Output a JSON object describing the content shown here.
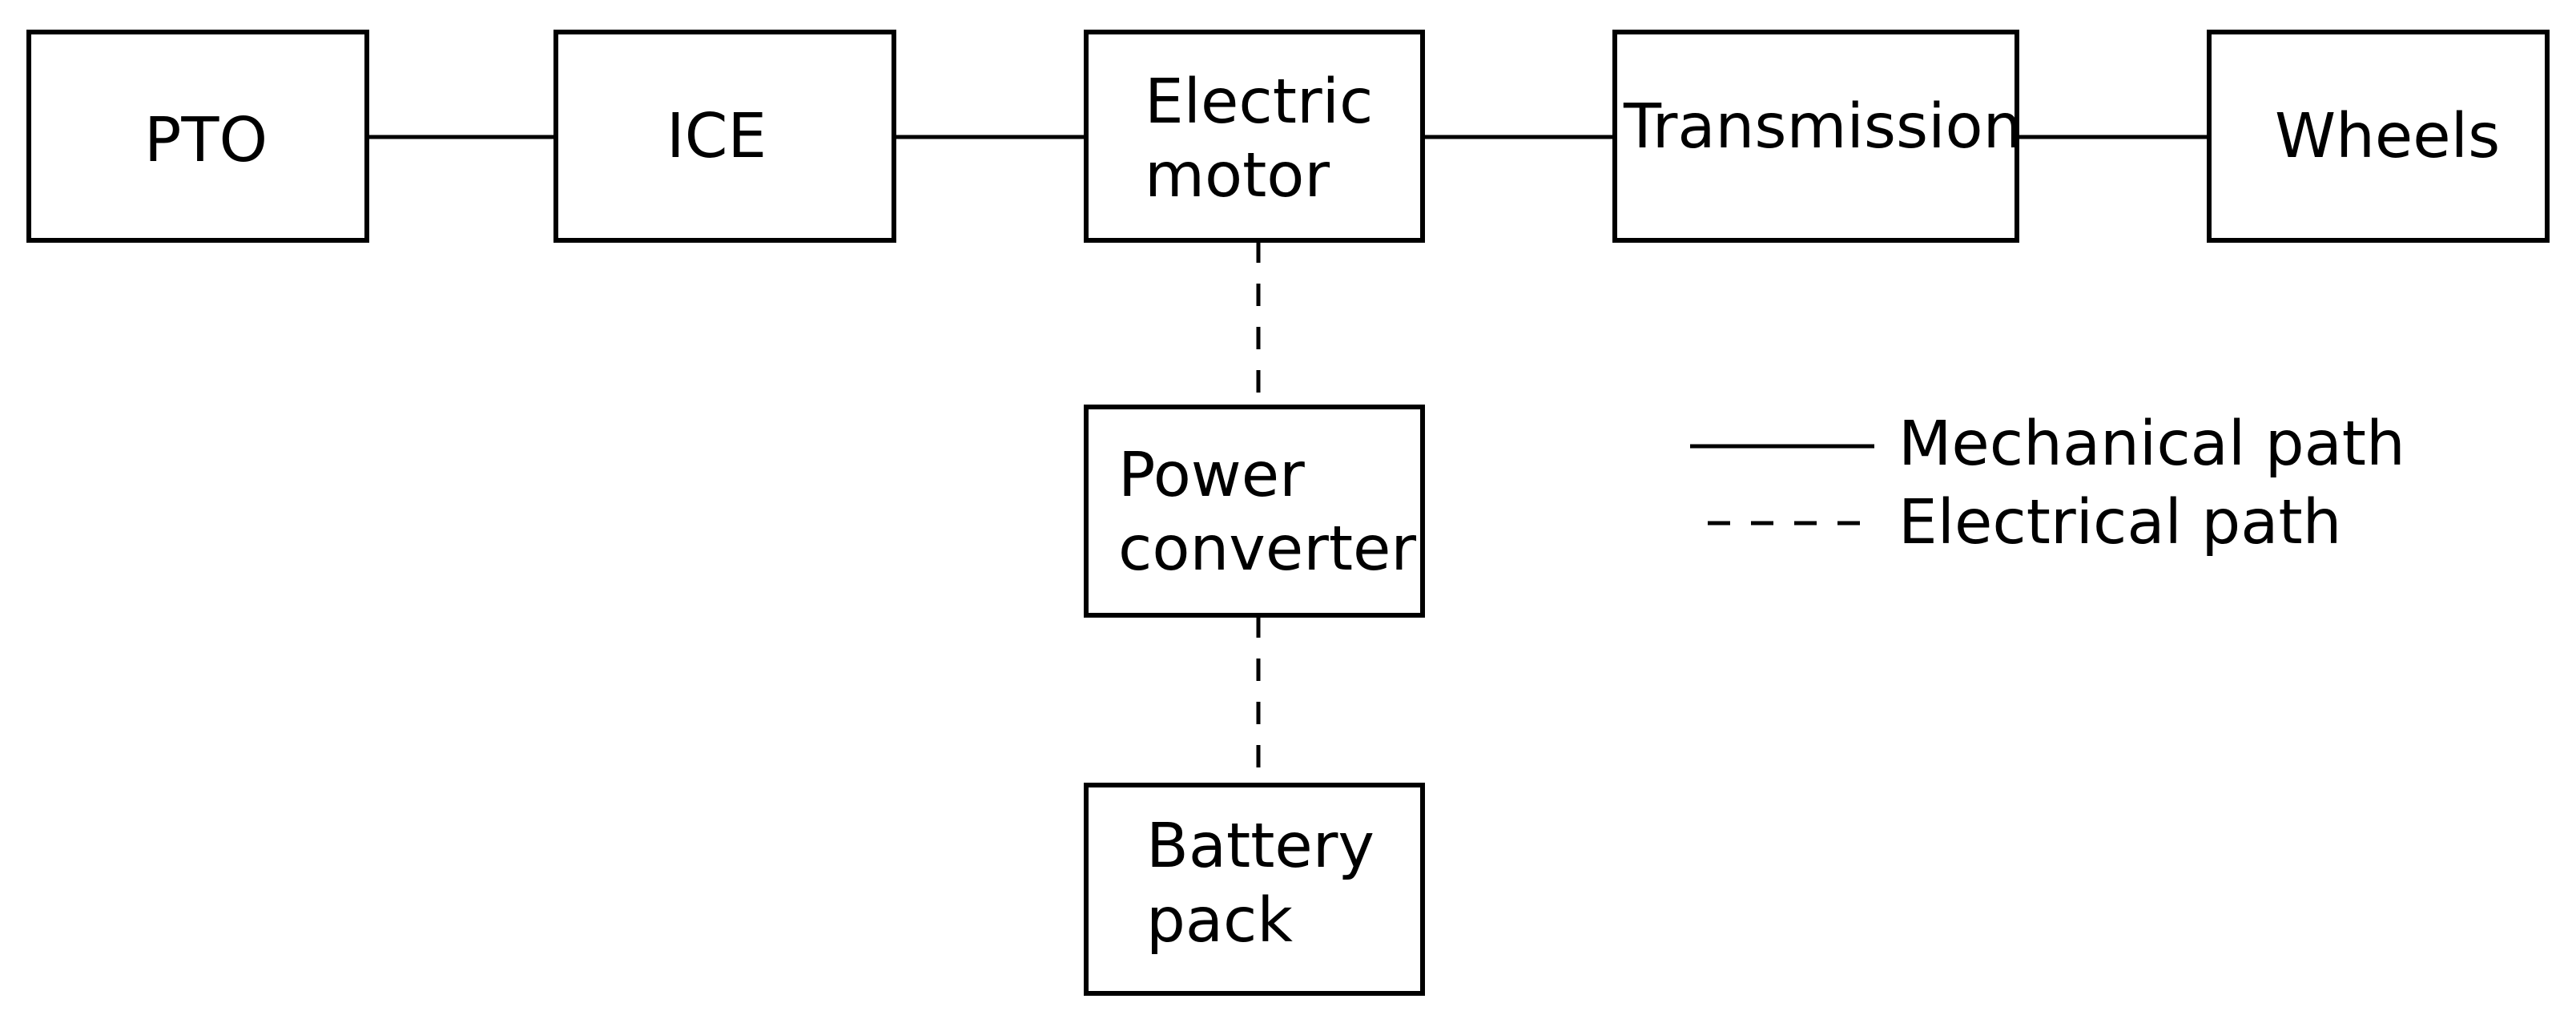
{
  "blocks": {
    "pto": {
      "lines": [
        "PTO"
      ]
    },
    "ice": {
      "lines": [
        "ICE"
      ]
    },
    "electric_motor": {
      "lines": [
        "Electric",
        "motor"
      ]
    },
    "transmission": {
      "lines": [
        "Transmission"
      ]
    },
    "wheels": {
      "lines": [
        "Wheels"
      ]
    },
    "power_converter": {
      "lines": [
        "Power",
        "converter"
      ]
    },
    "battery_pack": {
      "lines": [
        "Battery",
        "pack"
      ]
    }
  },
  "connections": [
    {
      "from": "pto",
      "to": "ice",
      "type": "mechanical"
    },
    {
      "from": "ice",
      "to": "electric_motor",
      "type": "mechanical"
    },
    {
      "from": "electric_motor",
      "to": "transmission",
      "type": "mechanical"
    },
    {
      "from": "transmission",
      "to": "wheels",
      "type": "mechanical"
    },
    {
      "from": "electric_motor",
      "to": "power_converter",
      "type": "electrical"
    },
    {
      "from": "power_converter",
      "to": "battery_pack",
      "type": "electrical"
    }
  ],
  "legend": {
    "mechanical_label": "Mechanical path",
    "electrical_label": "Electrical path"
  }
}
